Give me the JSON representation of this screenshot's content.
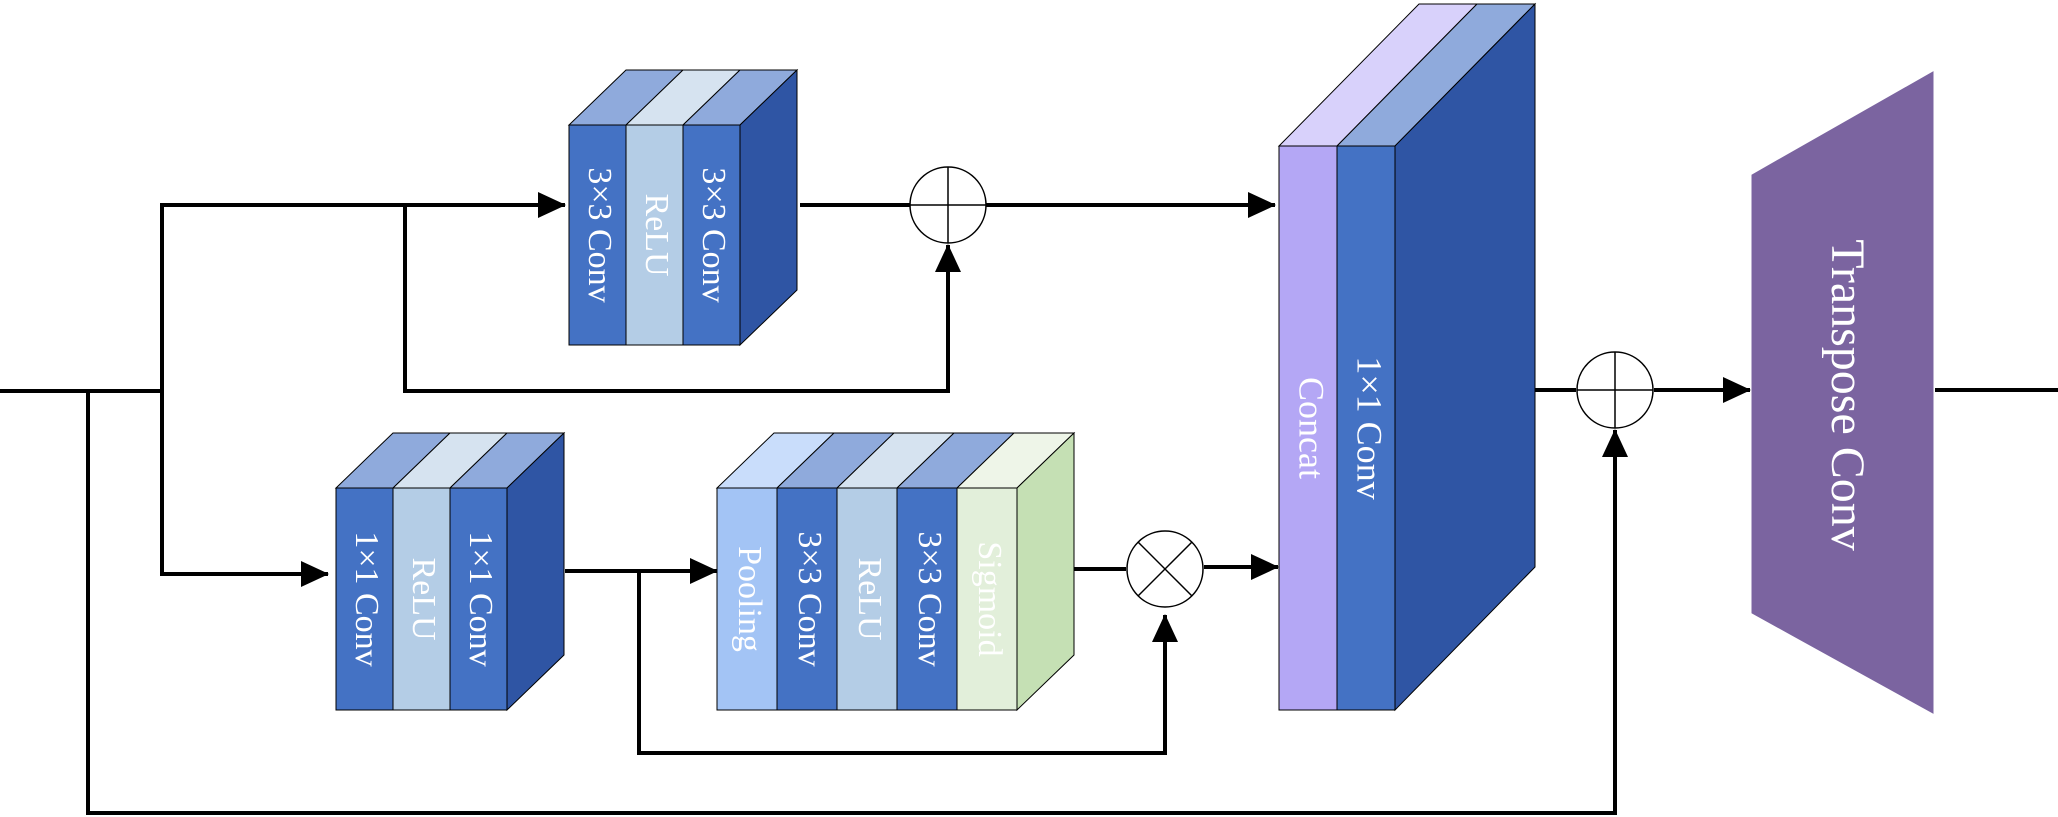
{
  "blocks": {
    "top_block": {
      "layers": [
        "3×3 Conv",
        "ReLU",
        "3×3 Conv"
      ]
    },
    "mid_block": {
      "layers": [
        "1×1 Conv",
        "ReLU",
        "1×1 Conv"
      ]
    },
    "attention_block": {
      "layers": [
        "Pooling",
        "3×3 Conv",
        "ReLU",
        "3×3 Conv",
        "Sigmoid"
      ]
    },
    "fusion_block": {
      "layers": [
        "Concat",
        "1×1 Conv"
      ]
    },
    "output_block": {
      "label": "Transpose Conv"
    }
  },
  "operators": {
    "add_top": "add",
    "multiply": "multiply",
    "add_final": "add"
  },
  "colors": {
    "conv": "#4472c4",
    "conv_top": "#8faadc",
    "conv_side": "#2f55a4",
    "relu": "#b4cde6",
    "relu_top": "#d6e3f0",
    "pooling": "#a3c4f5",
    "pooling_top": "#c9ddfb",
    "sigmoid": "#e2efda",
    "sigmoid_side": "#c5e0b4",
    "concat": "#b4a7f5",
    "concat_top": "#d8d1fb",
    "transpose": "#7b64a0",
    "line": "#000000"
  }
}
